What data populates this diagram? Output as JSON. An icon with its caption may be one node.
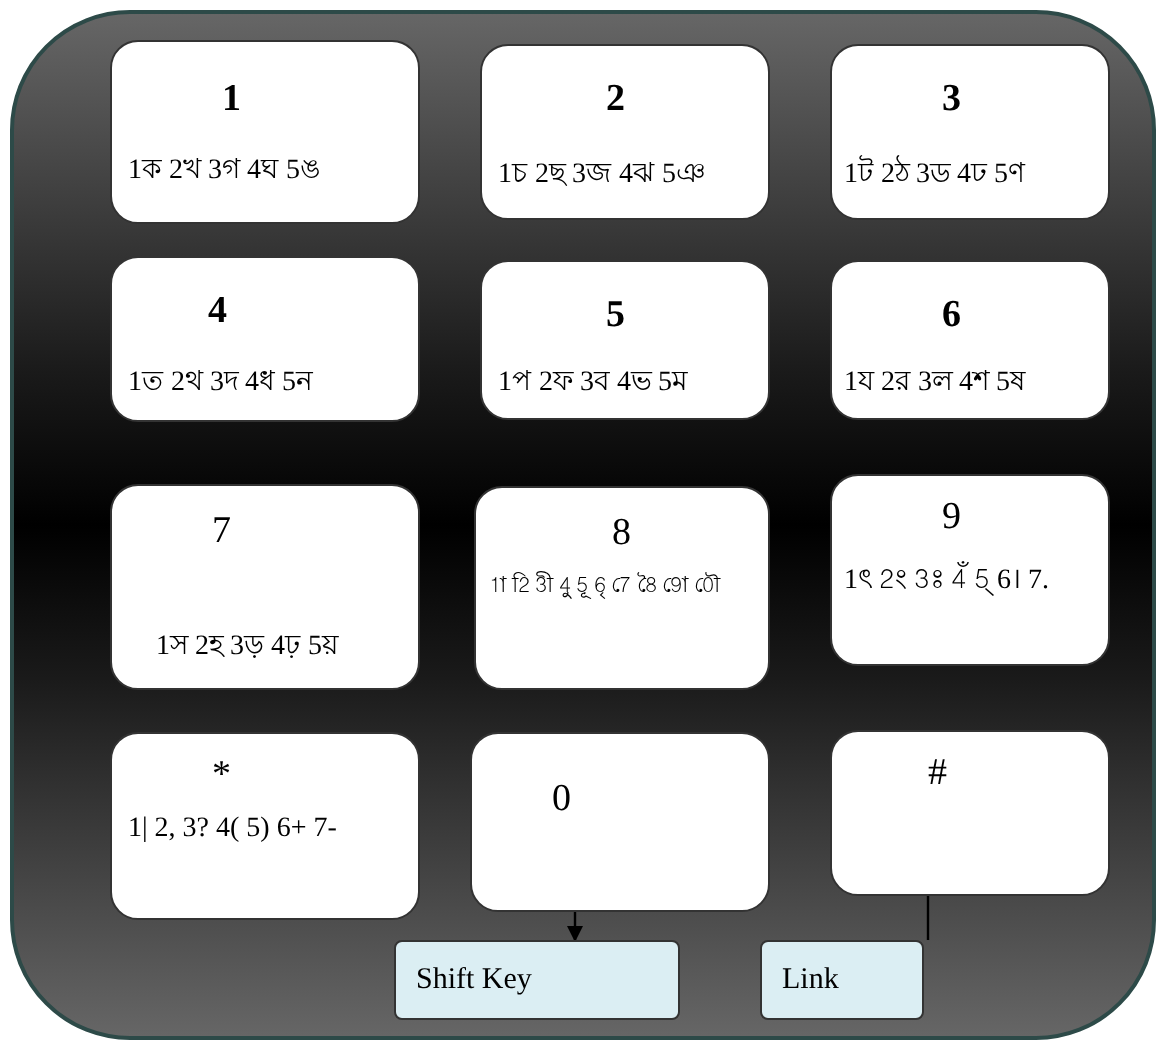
{
  "diagram": {
    "nodes": [
      {
        "text": [
          "1",
          "1ক 2খ 3গ 4ঘ 5ঙ"
        ]
      },
      {
        "text": [
          "2",
          "1চ 2ছ 3জ 4ঝ 5ঞ"
        ]
      },
      {
        "text": [
          "3",
          "1ট 2ঠ 3ড 4ঢ 5ণ"
        ]
      },
      {
        "text": [
          "4",
          "1ত 2থ 3দ 4ধ 5ন"
        ]
      },
      {
        "text": [
          "5",
          "1প 2ফ 3ব 4ভ 5ম"
        ]
      },
      {
        "text": [
          "6",
          "1য 2র 3ল 4শ 5ষ"
        ]
      },
      {
        "text": [
          "7",
          "1স 2হ 3ড় 4ঢ় 5য়"
        ]
      },
      {
        "text": [
          "8",
          "1া 2ি 3ী 4ু 5ূ 6ৃ 7ে 8ৈ 9ো 0ৌ"
        ]
      },
      {
        "text": [
          "9",
          "1ৎ 2ং 3ঃ 4ঁ 5্ 6। 7."
        ]
      },
      {
        "text": [
          "*",
          "1| 2, 3? 4( 5) 6+ 7-"
        ]
      },
      {
        "text": [
          "0"
        ]
      },
      {
        "text": [
          "#"
        ]
      },
      {
        "text": [
          "Shift Key"
        ]
      },
      {
        "text": [
          "Link"
        ]
      }
    ],
    "edges": [
      {
        "from": 10,
        "to": 12,
        "arrow": "to"
      },
      {
        "from": 11,
        "to": 13,
        "arrow": "none"
      }
    ]
  }
}
